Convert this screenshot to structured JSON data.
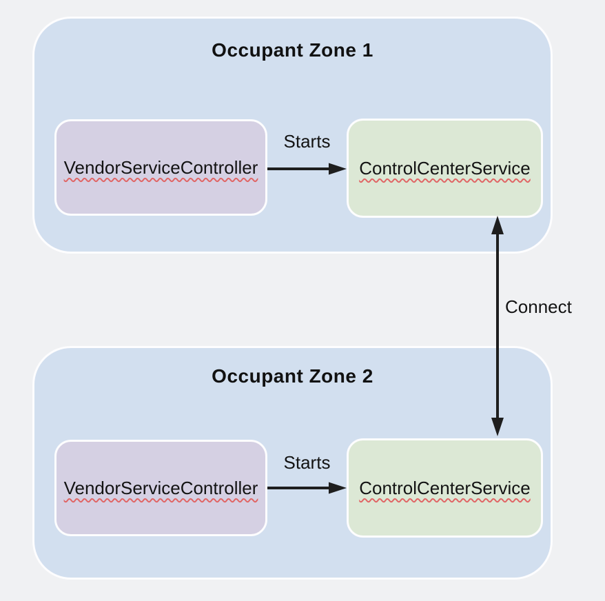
{
  "diagram": {
    "connect_label": "Connect",
    "zones": [
      {
        "title": "Occupant Zone 1",
        "controller": "VendorServiceController",
        "service": "ControlCenterService",
        "starts": "Starts"
      },
      {
        "title": "Occupant Zone 2",
        "controller": "VendorServiceController",
        "service": "ControlCenterService",
        "starts": "Starts"
      }
    ],
    "colors": {
      "background": "#f0f1f3",
      "zone_fill": "#d2dfef",
      "controller_fill": "#d5d0e3",
      "service_fill": "#dce8d5",
      "node_border": "#fdfdfe",
      "arrow": "#1e1e1e",
      "text": "#131313",
      "spellcheck_underline": "#e06666"
    }
  }
}
